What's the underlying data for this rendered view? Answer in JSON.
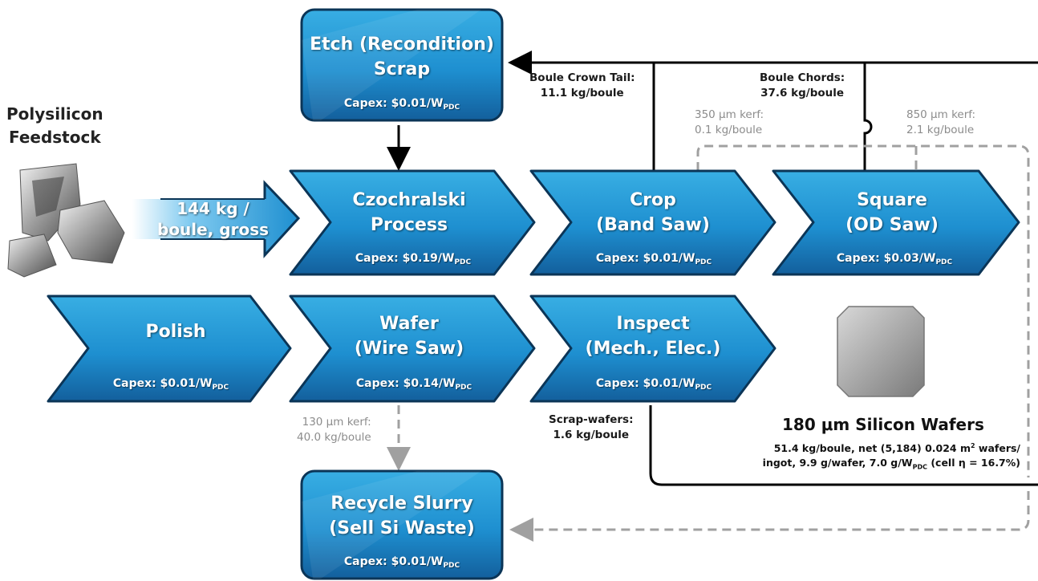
{
  "feedstock": {
    "title_line1": "Polysilicon",
    "title_line2": "Feedstock",
    "input_line1": "144 kg /",
    "input_line2": "boule, gross"
  },
  "capex_sub": "PDC",
  "steps": {
    "etch": {
      "line1": "Etch (Recondition)",
      "line2": "Scrap",
      "capex": "Capex: $0.01/W"
    },
    "cz": {
      "line1": "Czochralski",
      "line2": "Process",
      "capex": "Capex: $0.19/W"
    },
    "crop": {
      "line1": "Crop",
      "line2": "(Band Saw)",
      "capex": "Capex: $0.01/W"
    },
    "square": {
      "line1": "Square",
      "line2": "(OD Saw)",
      "capex": "Capex: $0.03/W"
    },
    "polish": {
      "line1": "Polish",
      "line2": "",
      "capex": "Capex: $0.01/W"
    },
    "wafer": {
      "line1": "Wafer",
      "line2": "(Wire Saw)",
      "capex": "Capex: $0.14/W"
    },
    "inspect": {
      "line1": "Inspect",
      "line2": "(Mech., Elec.)",
      "capex": "Capex: $0.01/W"
    },
    "recycle": {
      "line1": "Recycle Slurry",
      "line2": "(Sell Si Waste)",
      "capex": "Capex: $0.01/W"
    }
  },
  "flows": {
    "crown_tail_l1": "Boule Crown Tail:",
    "crown_tail_l2": "11.1 kg/boule",
    "chords_l1": "Boule Chords:",
    "chords_l2": "37.6 kg/boule",
    "kerf350_l1": "350 μm kerf:",
    "kerf350_l2": "0.1 kg/boule",
    "kerf850_l1": "850 μm kerf:",
    "kerf850_l2": "2.1 kg/boule",
    "kerf130_l1": "130 μm kerf:",
    "kerf130_l2": "40.0 kg/boule",
    "scrap_wafers_l1": "Scrap-wafers:",
    "scrap_wafers_l2": "1.6 kg/boule"
  },
  "output": {
    "title": "180 μm Silicon Wafers",
    "desc_l1a": "51.4 kg/boule, net (5,184) 0.024 m",
    "desc_l1_sup": "2",
    "desc_l1b": " wafers/",
    "desc_l2a": "ingot, 9.9 g/wafer, 7.0 g/W",
    "desc_l2_sub": "PDC",
    "desc_l2b": " (cell η = 16.7%)"
  },
  "colors": {
    "step_light": "#2aa3dc",
    "step_dark": "#1470b0",
    "step_border": "#0b3557",
    "dashed": "#9a9a9a",
    "line": "#000000"
  }
}
